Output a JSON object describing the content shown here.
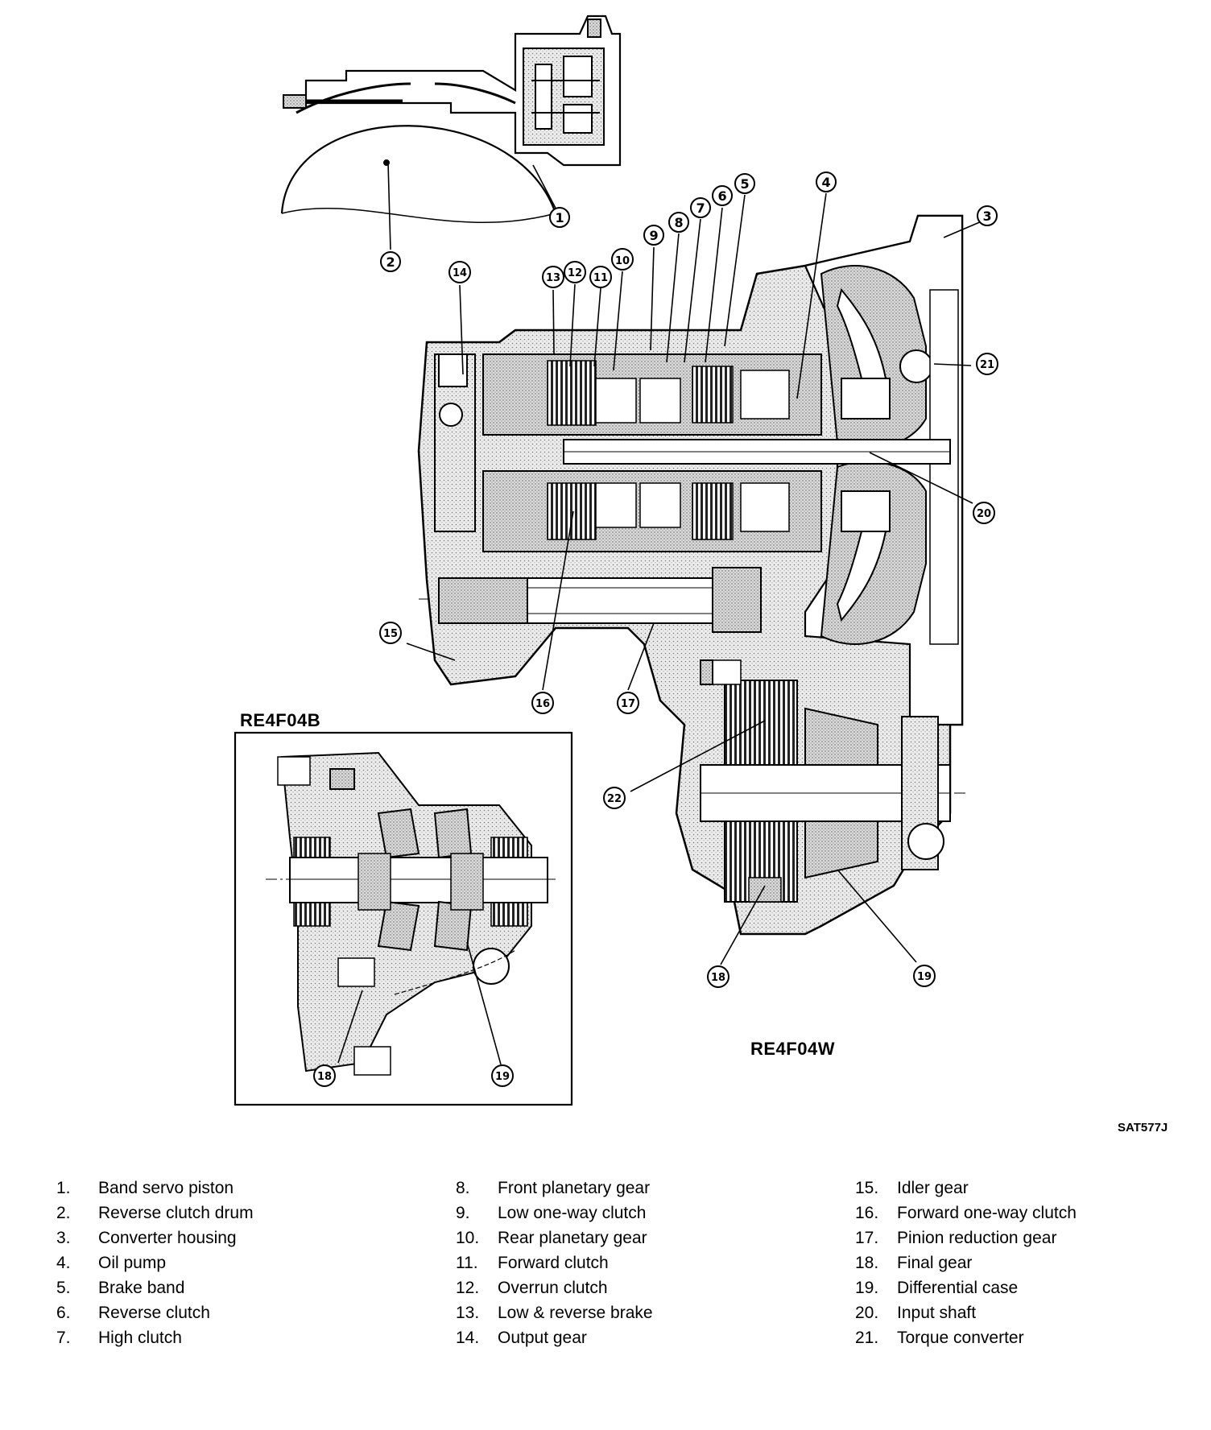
{
  "figure_code": "SAT577J",
  "variant_labels": {
    "inset": "RE4F04B",
    "main": "RE4F04W"
  },
  "callouts": [
    "1",
    "2",
    "3",
    "4",
    "5",
    "6",
    "7",
    "8",
    "9",
    "10",
    "11",
    "12",
    "13",
    "14",
    "15",
    "16",
    "17",
    "18",
    "19",
    "20",
    "21",
    "22"
  ],
  "legend": [
    {
      "num": "1.",
      "text": "Band servo piston"
    },
    {
      "num": "2.",
      "text": "Reverse clutch drum"
    },
    {
      "num": "3.",
      "text": "Converter housing"
    },
    {
      "num": "4.",
      "text": "Oil pump"
    },
    {
      "num": "5.",
      "text": "Brake band"
    },
    {
      "num": "6.",
      "text": "Reverse clutch"
    },
    {
      "num": "7.",
      "text": "High clutch"
    },
    {
      "num": "8.",
      "text": "Front planetary gear"
    },
    {
      "num": "9.",
      "text": "Low one-way clutch"
    },
    {
      "num": "10.",
      "text": "Rear planetary gear"
    },
    {
      "num": "11.",
      "text": "Forward clutch"
    },
    {
      "num": "12.",
      "text": "Overrun clutch"
    },
    {
      "num": "13.",
      "text": "Low & reverse brake"
    },
    {
      "num": "14.",
      "text": "Output gear"
    },
    {
      "num": "15.",
      "text": "Idler gear"
    },
    {
      "num": "16.",
      "text": "Forward one-way clutch"
    },
    {
      "num": "17.",
      "text": "Pinion reduction gear"
    },
    {
      "num": "18.",
      "text": "Final gear"
    },
    {
      "num": "19.",
      "text": "Differential case"
    },
    {
      "num": "20.",
      "text": "Input shaft"
    },
    {
      "num": "21.",
      "text": "Torque converter"
    }
  ]
}
